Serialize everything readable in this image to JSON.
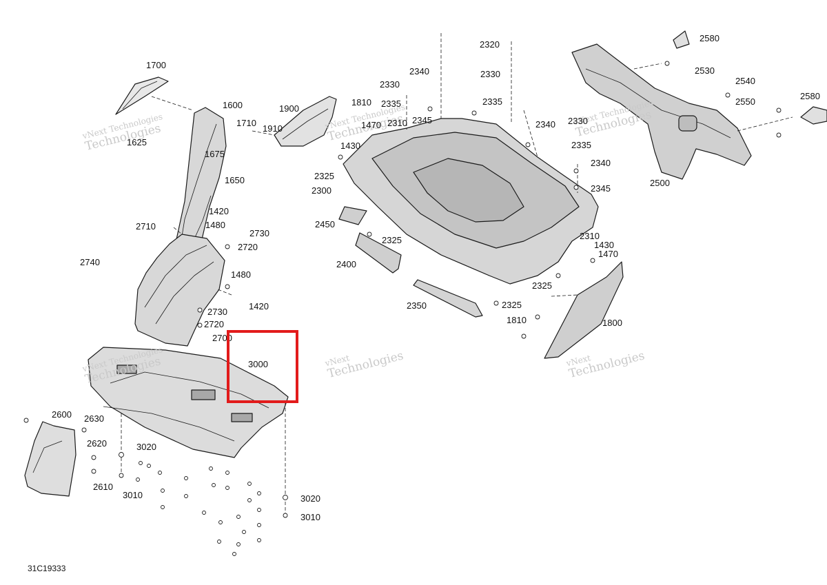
{
  "diagram_code": "31C19333",
  "highlight_color": "#e21b1b",
  "highlighted_part": "3000",
  "watermark": {
    "line1": "vNext",
    "line2": "Technologies",
    "full": "vNext Technologies"
  },
  "part_numbers": {
    "p1700": "1700",
    "p1600": "1600",
    "p1710": "1710",
    "p1625": "1625",
    "p1675": "1675",
    "p1650": "1650",
    "p1900": "1900",
    "p1810a": "1810",
    "p1910": "1910",
    "p1470a": "1470",
    "p1430a": "1430",
    "p2330a": "2330",
    "p2340a": "2340",
    "p2335a": "2335",
    "p2310a": "2310",
    "p2345a": "2345",
    "p2320": "2320",
    "p2330b": "2330",
    "p2335b": "2335",
    "p2325a": "2325",
    "p2300": "2300",
    "p2450": "2450",
    "p2325b": "2325",
    "p2400": "2400",
    "p2340b": "2340",
    "p2330c": "2330",
    "p2335c": "2335",
    "p2340c": "2340",
    "p2345b": "2345",
    "p2310b": "2310",
    "p1430b": "1430",
    "p1470b": "1470",
    "p2325c": "2325",
    "p2350": "2350",
    "p2325d": "2325",
    "p1810b": "1810",
    "p1800": "1800",
    "p2580a": "2580",
    "p2530": "2530",
    "p2540": "2540",
    "p2550": "2550",
    "p2580b": "2580",
    "p2500": "2500",
    "p1420a": "1420",
    "p2710": "2710",
    "p1480a": "1480",
    "p2730a": "2730",
    "p2720a": "2720",
    "p2740": "2740",
    "p1480b": "1480",
    "p1420b": "1420",
    "p2730b": "2730",
    "p2720b": "2720",
    "p2700": "2700",
    "p3000": "3000",
    "p2600": "2600",
    "p2630": "2630",
    "p2620": "2620",
    "p3020a": "3020",
    "p2610": "2610",
    "p3010a": "3010",
    "p3020b": "3020",
    "p3010b": "3010"
  }
}
